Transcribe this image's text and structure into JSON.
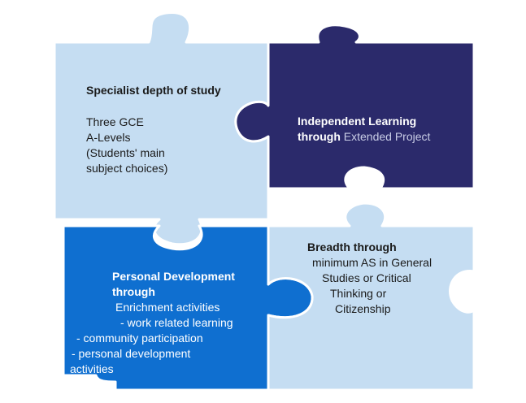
{
  "colors": {
    "light_blue": "#c5ddf2",
    "navy": "#2b2a6b",
    "bright_blue": "#0f6fd0",
    "background": "#ffffff"
  },
  "pieces": {
    "specialist": {
      "heading": "Specialist depth of study",
      "lines": [
        "Three GCE",
        "A-Levels",
        "(Students' main",
        "subject choices)"
      ]
    },
    "independent": {
      "line1": "Independent Learning",
      "line2_bold": "through",
      "line2_rest": " Extended Project"
    },
    "personal": {
      "lines_bold": [
        "Personal Development",
        "through"
      ],
      "lines": [
        "Enrichment activities",
        "- work related learning",
        "- community participation",
        "- personal development",
        "activities"
      ]
    },
    "breadth": {
      "heading": "Breadth through",
      "lines": [
        "minimum AS in General",
        "Studies or Critical",
        "Thinking or",
        "Citizenship"
      ]
    }
  }
}
